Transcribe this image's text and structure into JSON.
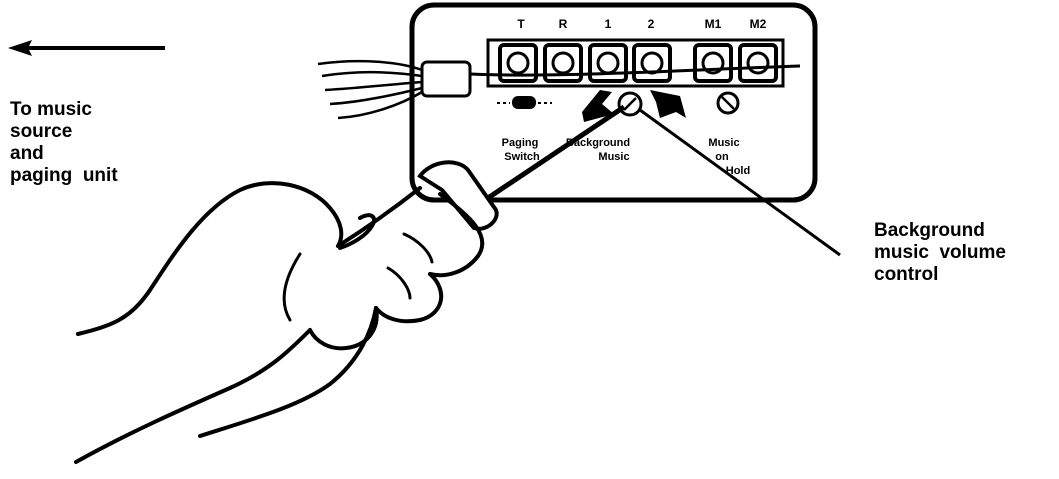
{
  "left_label": {
    "lines": [
      "To music",
      "source",
      "and",
      "paging  unit"
    ]
  },
  "right_label": {
    "lines": [
      "Background",
      "music  volume",
      "control"
    ]
  },
  "panel": {
    "jack_labels": [
      "T",
      "R",
      "1",
      "2",
      "M1",
      "M2"
    ],
    "section_labels": {
      "paging_switch": [
        "Paging",
        "Switch"
      ],
      "background_music": [
        "Background",
        "Music"
      ],
      "music_on_hold": [
        "Music",
        "on",
        "Hold"
      ]
    }
  },
  "icons": [
    "arrow-left-icon",
    "hand-icon",
    "screwdriver-icon",
    "rotation-arrow-icon",
    "volume-knob-icon"
  ]
}
